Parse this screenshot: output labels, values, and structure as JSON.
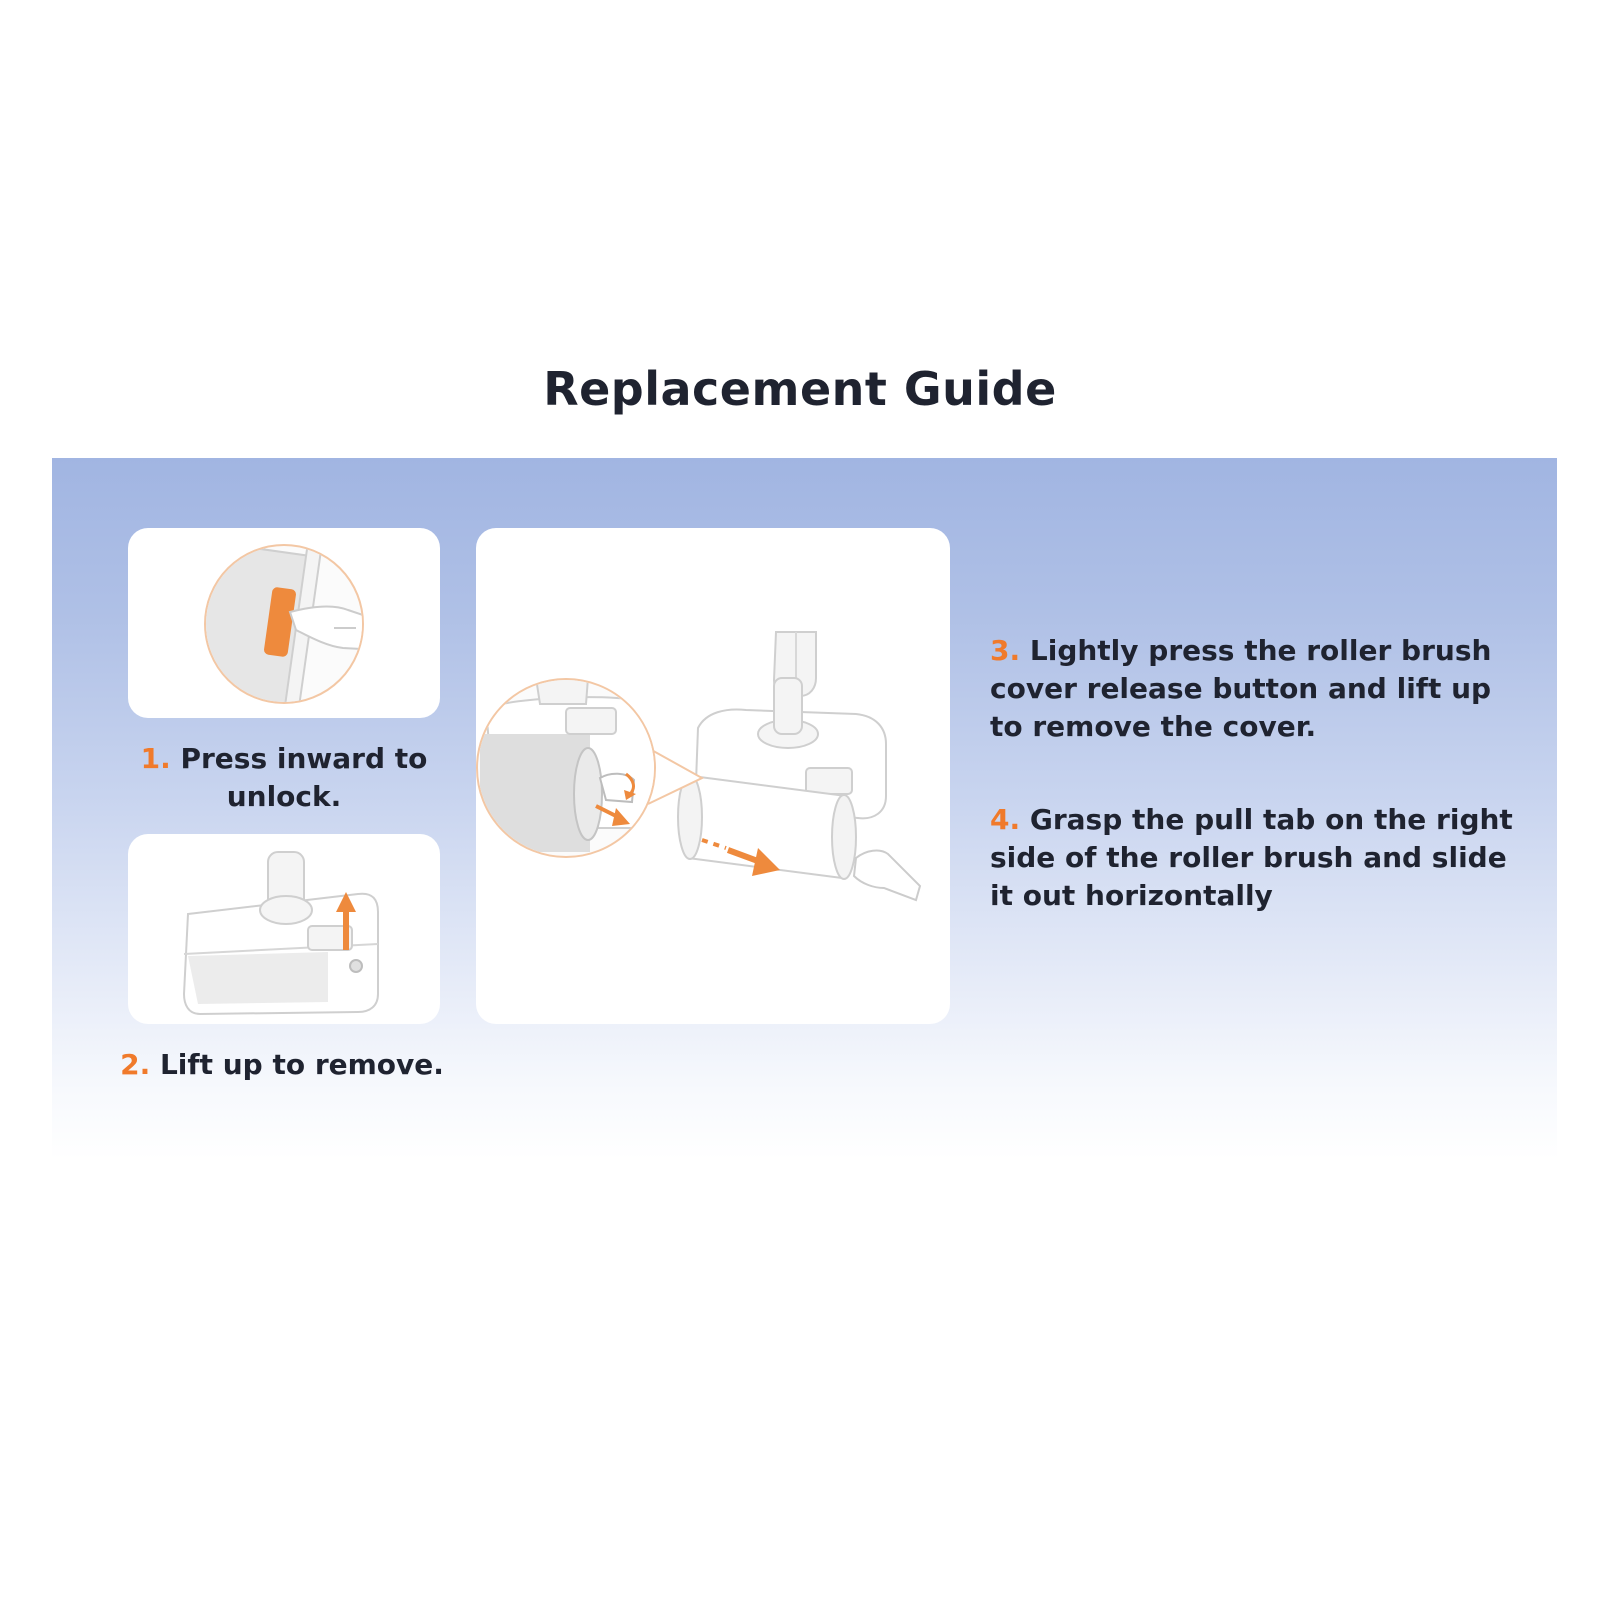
{
  "title": "Replacement Guide",
  "colors": {
    "accent": "#f07a2b",
    "text": "#1f2330",
    "banner_top": "#a1b5e2",
    "panel": "#ffffff"
  },
  "steps": [
    {
      "number": "1.",
      "line1": "Press inward to",
      "line2": "unlock."
    },
    {
      "number": "2.",
      "line1": "Lift up to remove."
    },
    {
      "number": "3.",
      "line1": "Lightly press the roller brush",
      "line2": "cover release button and lift up",
      "line3": "to remove the cover."
    },
    {
      "number": "4.",
      "line1": "Grasp the pull tab on the right",
      "line2": "side of the roller brush and slide",
      "line3": "it out horizontally"
    }
  ]
}
